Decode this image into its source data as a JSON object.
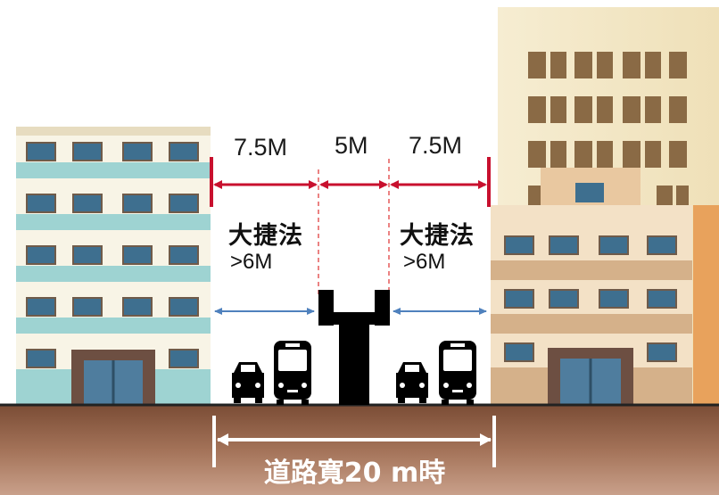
{
  "dimensions": {
    "left_lane": "7.5M",
    "median": "5M",
    "right_lane": "7.5M"
  },
  "left_label": {
    "title": "大捷法",
    "value": ">6M"
  },
  "right_label": {
    "title": "大捷法",
    "value": ">6M"
  },
  "road_width_label": "道路寬20 m時",
  "colors": {
    "dimension_arrow": "#c8102e",
    "clearance_arrow": "#4f81bd",
    "ground": "#8a5a40",
    "road_line": "#222222",
    "elevated_structure": "#000000"
  },
  "icons": [
    "car-icon",
    "bus-icon",
    "car-icon",
    "bus-icon"
  ]
}
